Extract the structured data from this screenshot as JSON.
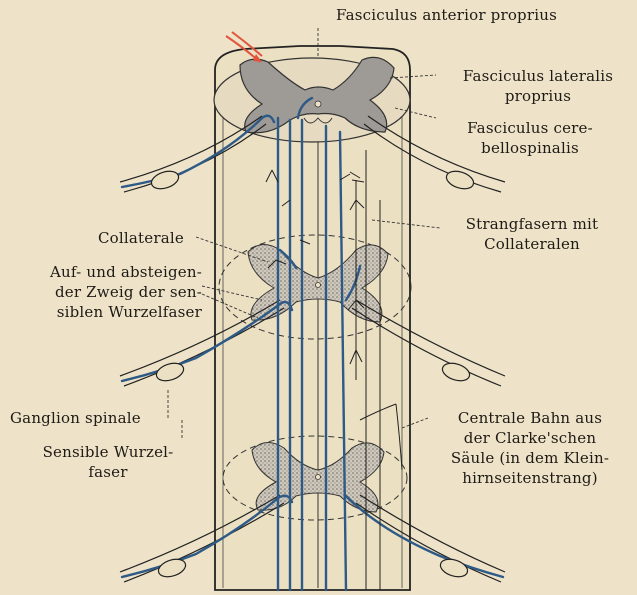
{
  "labels": {
    "fasciculus_anterior": "Fasciculus anterior proprius",
    "fasciculus_lateralis": [
      "Fasciculus lateralis",
      "proprius"
    ],
    "fasciculus_cerebellospinalis": [
      "Fasciculus cere-",
      "bellospinalis"
    ],
    "strangfasern": [
      "Strangfasern mit",
      "Collateralen"
    ],
    "collaterale": "Collaterale",
    "zweig": [
      "Auf- und absteigen-",
      "der Zweig der sen-",
      "siblen Wurzelfaser"
    ],
    "ganglion": "Ganglion spinale",
    "sensible": [
      "Sensible Wurzel-",
      "faser"
    ],
    "centrale": [
      "Centrale Bahn aus",
      "der Clarke'schen",
      "Säule (in dem Klein-",
      "hirnseitenstrang)"
    ]
  },
  "colors": {
    "background": "#eee3c8",
    "ink": "#1e1a16",
    "fiber_blue": "#2d5a86",
    "gray_matter": "#9e9a96",
    "incoming_fiber": "#e0543c"
  }
}
